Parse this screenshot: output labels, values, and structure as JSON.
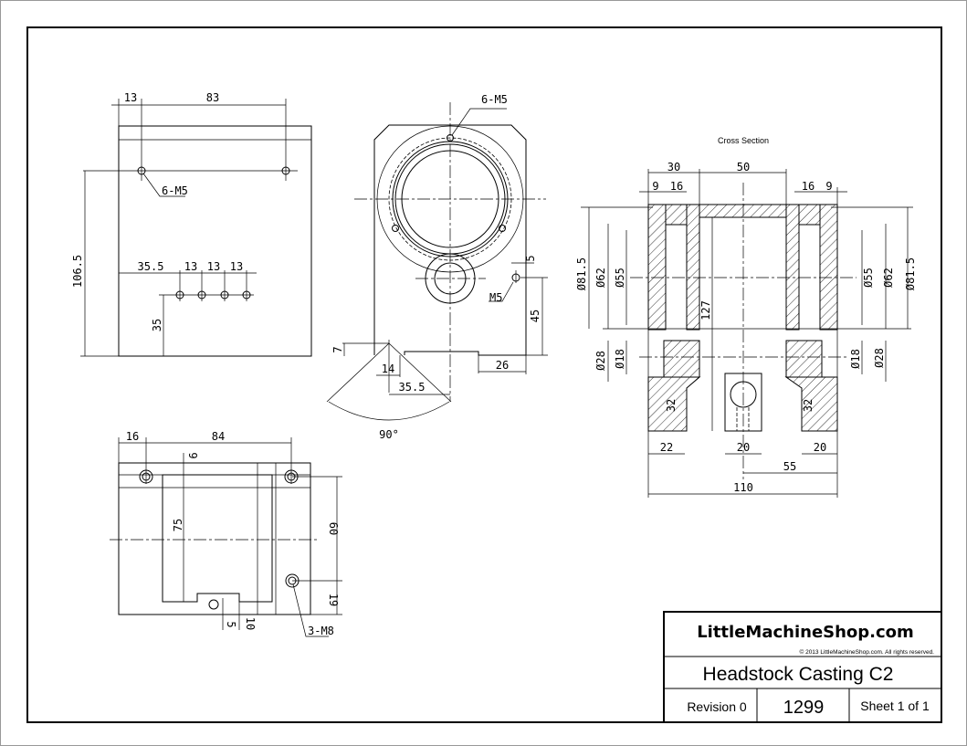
{
  "title_block": {
    "brand": "LittleMachineShop.com",
    "copyright": "© 2013 LittleMachineShop.com. All rights reserved.",
    "title": "Headstock Casting C2",
    "revision": "Revision 0",
    "part_number": "1299",
    "sheet": "Sheet 1 of 1"
  },
  "top_left_view": {
    "d13": "13",
    "d83": "83",
    "d106_5": "106.5",
    "d35_5": "35.5",
    "d13a": "13",
    "d13b": "13",
    "d13c": "13",
    "d35": "35",
    "note": "6-M5"
  },
  "front_view": {
    "note_top": "6-M5",
    "note_m5": "M5",
    "d5": "5",
    "d45": "45",
    "d7": "7",
    "d14": "14",
    "d35_5": "35.5",
    "d26": "26",
    "angle": "90°"
  },
  "bottom_view": {
    "d16": "16",
    "d84": "84",
    "d9": "9",
    "d75": "75",
    "d60": "60",
    "d19": "19",
    "d5": "5",
    "d10": "10",
    "note": "3-M8"
  },
  "cross_section": {
    "caption": "Cross Section",
    "d30": "30",
    "d50": "50",
    "d9l": "9",
    "d16l": "16",
    "d16r": "16",
    "d9r": "9",
    "d81_5l": "Ø81.5",
    "d62l": "Ø62",
    "d55l": "Ø55",
    "d55r": "Ø55",
    "d62r": "Ø62",
    "d81_5r": "Ø81.5",
    "d127": "127",
    "d28l": "Ø28",
    "d18l": "Ø18",
    "d18r": "Ø18",
    "d28r": "Ø28",
    "d32l": "32",
    "d32r": "32",
    "d22": "22",
    "d20c": "20",
    "d20r": "20",
    "d55": "55",
    "d110": "110"
  }
}
